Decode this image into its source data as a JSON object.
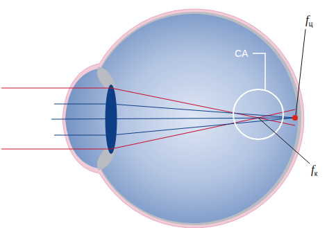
{
  "diagram": {
    "labels": [
      "CA",
      "fц",
      "fк"
    ]
  }
}
